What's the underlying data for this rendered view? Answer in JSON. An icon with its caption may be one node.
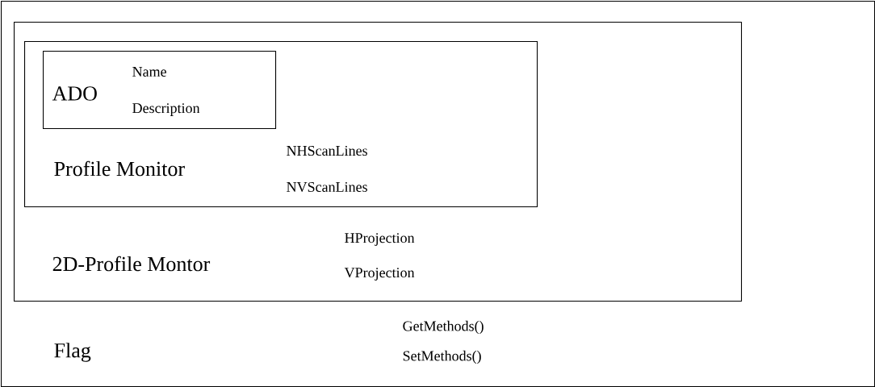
{
  "diagram": {
    "nodes": [
      {
        "text": [
          "Flag",
          "GetMethods()",
          "SetMethods()"
        ]
      },
      {
        "text": [
          "2D-Profile Montor",
          "HProjection",
          "VProjection"
        ],
        "in": 0
      },
      {
        "text": [
          "Profile Monitor",
          "NHScanLines",
          "NVScanLines"
        ],
        "in": 1
      },
      {
        "text": [
          "ADO",
          "Name",
          "Description"
        ],
        "in": 2
      }
    ]
  }
}
